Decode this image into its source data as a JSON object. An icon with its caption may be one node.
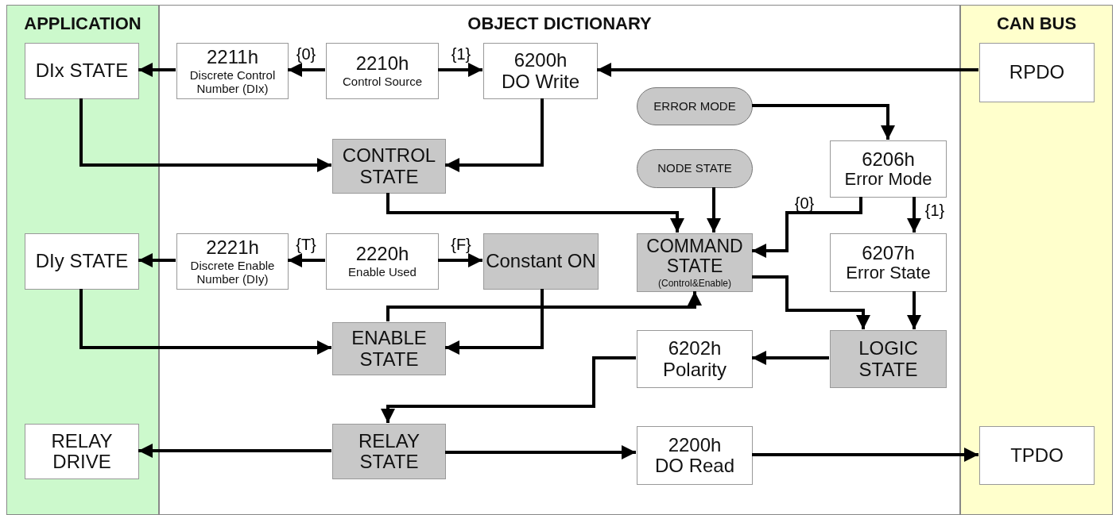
{
  "diagram": {
    "nodes": [
      {
        "text": [
          "APPLICATION"
        ]
      },
      {
        "text": [
          "OBJECT DICTIONARY"
        ]
      },
      {
        "text": [
          "CAN BUS"
        ]
      },
      {
        "text": [
          "DIx STATE"
        ],
        "in": 0
      },
      {
        "text": [
          "2211h",
          "Discrete Control Number (DIx)"
        ],
        "in": 1
      },
      {
        "text": [
          "2210h",
          "Control Source"
        ],
        "in": 1
      },
      {
        "text": [
          "6200h",
          "DO Write"
        ],
        "in": 1
      },
      {
        "text": [
          "RPDO"
        ],
        "in": 2
      },
      {
        "text": [
          "ERROR MODE"
        ],
        "in": 1
      },
      {
        "text": [
          "CONTROL STATE"
        ],
        "in": 1
      },
      {
        "text": [
          "NODE STATE"
        ],
        "in": 1
      },
      {
        "text": [
          "6206h",
          "Error Mode"
        ],
        "in": 1
      },
      {
        "text": [
          "DIy STATE"
        ],
        "in": 0
      },
      {
        "text": [
          "2221h",
          "Discrete Enable Number (DIy)"
        ],
        "in": 1
      },
      {
        "text": [
          "2220h",
          "Enable Used"
        ],
        "in": 1
      },
      {
        "text": [
          "Constant ON"
        ],
        "in": 1
      },
      {
        "text": [
          "COMMAND STATE",
          "(Control&Enable)"
        ],
        "in": 1
      },
      {
        "text": [
          "6207h",
          "Error State"
        ],
        "in": 1
      },
      {
        "text": [
          "ENABLE STATE"
        ],
        "in": 1
      },
      {
        "text": [
          "6202h",
          "Polarity"
        ],
        "in": 1
      },
      {
        "text": [
          "LOGIC STATE"
        ],
        "in": 1
      },
      {
        "text": [
          "RELAY DRIVE"
        ],
        "in": 0
      },
      {
        "text": [
          "RELAY STATE"
        ],
        "in": 1
      },
      {
        "text": [
          "2200h",
          "DO Read"
        ],
        "in": 1
      },
      {
        "text": [
          "TPDO"
        ],
        "in": 2
      }
    ],
    "edges": [
      {
        "from": 4,
        "to": 3,
        "arrow": "to"
      },
      {
        "from": 5,
        "to": 4,
        "arrow": "to",
        "label": "{0}"
      },
      {
        "from": 5,
        "to": 6,
        "arrow": "to",
        "label": "{1}"
      },
      {
        "from": 7,
        "to": 6,
        "arrow": "to"
      },
      {
        "from": 3,
        "to": 9,
        "arrow": "to"
      },
      {
        "from": 6,
        "to": 9,
        "arrow": "to"
      },
      {
        "from": 8,
        "to": 11,
        "arrow": "to"
      },
      {
        "from": 9,
        "to": 16,
        "arrow": "to"
      },
      {
        "from": 10,
        "to": 16,
        "arrow": "to"
      },
      {
        "from": 11,
        "to": 16,
        "arrow": "to",
        "label": "{0}"
      },
      {
        "from": 11,
        "to": 17,
        "arrow": "to",
        "label": "{1}"
      },
      {
        "from": 13,
        "to": 12,
        "arrow": "to"
      },
      {
        "from": 14,
        "to": 13,
        "arrow": "to",
        "label": "{T}"
      },
      {
        "from": 14,
        "to": 15,
        "arrow": "to",
        "label": "{F}"
      },
      {
        "from": 12,
        "to": 18,
        "arrow": "to"
      },
      {
        "from": 15,
        "to": 18,
        "arrow": "to"
      },
      {
        "from": 18,
        "to": 16,
        "arrow": "to"
      },
      {
        "from": 16,
        "to": 20,
        "arrow": "to"
      },
      {
        "from": 17,
        "to": 20,
        "arrow": "to"
      },
      {
        "from": 20,
        "to": 19,
        "arrow": "to"
      },
      {
        "from": 19,
        "to": 22,
        "arrow": "to"
      },
      {
        "from": 22,
        "to": 21,
        "arrow": "to"
      },
      {
        "from": 22,
        "to": 23,
        "arrow": "to"
      },
      {
        "from": 23,
        "to": 24,
        "arrow": "to"
      }
    ]
  }
}
